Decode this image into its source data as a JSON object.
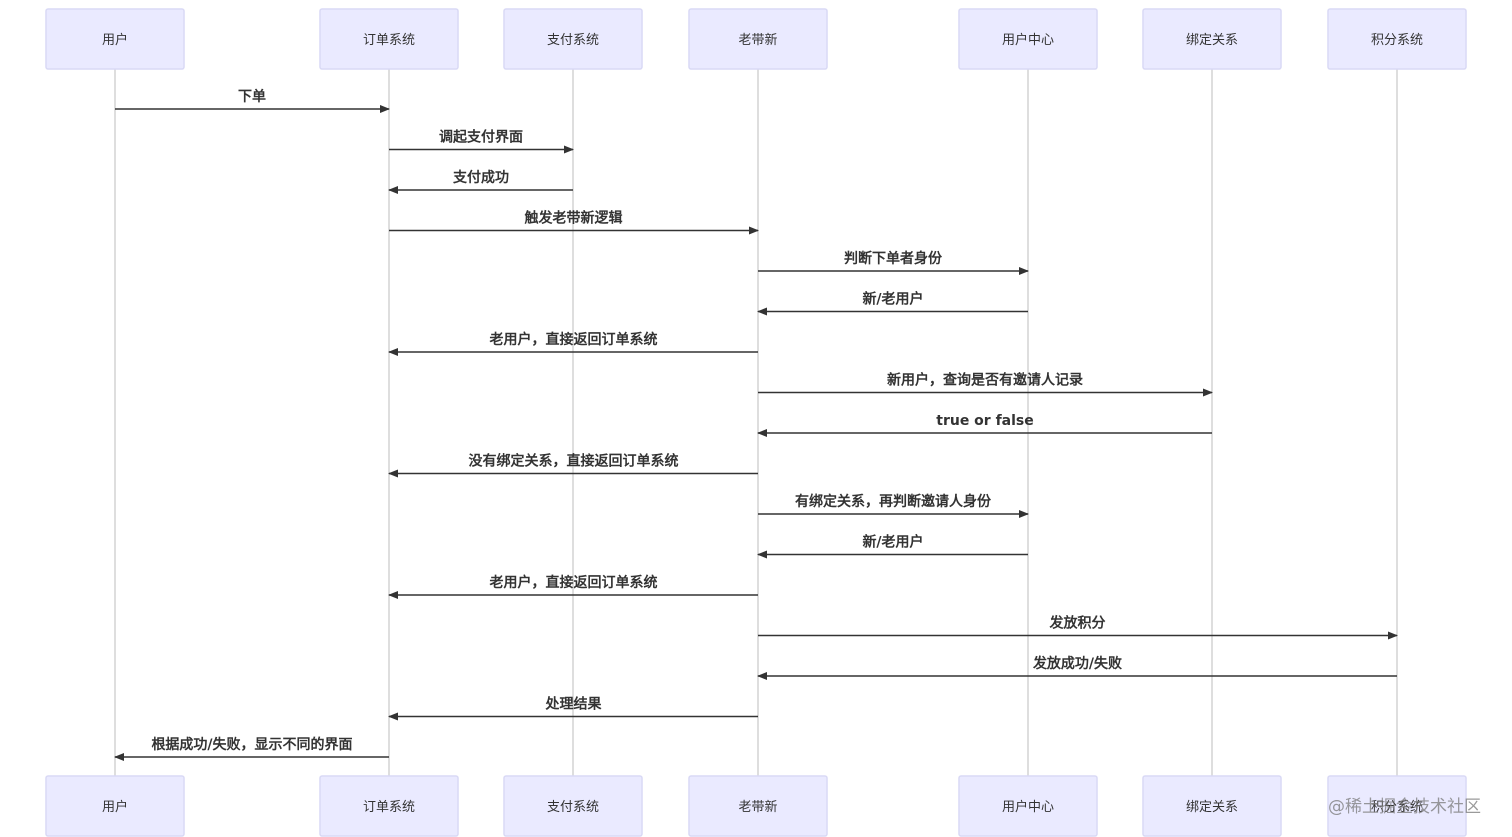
{
  "participants": [
    {
      "id": "user",
      "label": "用户"
    },
    {
      "id": "order",
      "label": "订单系统"
    },
    {
      "id": "pay",
      "label": "支付系统"
    },
    {
      "id": "referral",
      "label": "老带新"
    },
    {
      "id": "usercenter",
      "label": "用户中心"
    },
    {
      "id": "binding",
      "label": "绑定关系"
    },
    {
      "id": "points",
      "label": "积分系统"
    }
  ],
  "messages": [
    {
      "from": "user",
      "to": "order",
      "label": "下单"
    },
    {
      "from": "order",
      "to": "pay",
      "label": "调起支付界面"
    },
    {
      "from": "pay",
      "to": "order",
      "label": "支付成功"
    },
    {
      "from": "order",
      "to": "referral",
      "label": "触发老带新逻辑"
    },
    {
      "from": "referral",
      "to": "usercenter",
      "label": "判断下单者身份"
    },
    {
      "from": "usercenter",
      "to": "referral",
      "label": "新/老用户"
    },
    {
      "from": "referral",
      "to": "order",
      "label": "老用户，直接返回订单系统"
    },
    {
      "from": "referral",
      "to": "binding",
      "label": "新用户，查询是否有邀请人记录"
    },
    {
      "from": "binding",
      "to": "referral",
      "label": "true or false"
    },
    {
      "from": "referral",
      "to": "order",
      "label": "没有绑定关系，直接返回订单系统"
    },
    {
      "from": "referral",
      "to": "usercenter",
      "label": "有绑定关系，再判断邀请人身份"
    },
    {
      "from": "usercenter",
      "to": "referral",
      "label": "新/老用户"
    },
    {
      "from": "referral",
      "to": "order",
      "label": "老用户，直接返回订单系统"
    },
    {
      "from": "referral",
      "to": "points",
      "label": "发放积分"
    },
    {
      "from": "points",
      "to": "referral",
      "label": "发放成功/失败"
    },
    {
      "from": "referral",
      "to": "order",
      "label": "处理结果"
    },
    {
      "from": "order",
      "to": "user",
      "label": "根据成功/失败，显示不同的界面"
    }
  ],
  "watermark": "@稀土掘金技术社区",
  "colors": {
    "actor_fill": "#eaeaff",
    "actor_stroke": "#d9d9f5",
    "lifeline": "#c8c8c8",
    "arrow": "#333333",
    "text": "#333333"
  }
}
